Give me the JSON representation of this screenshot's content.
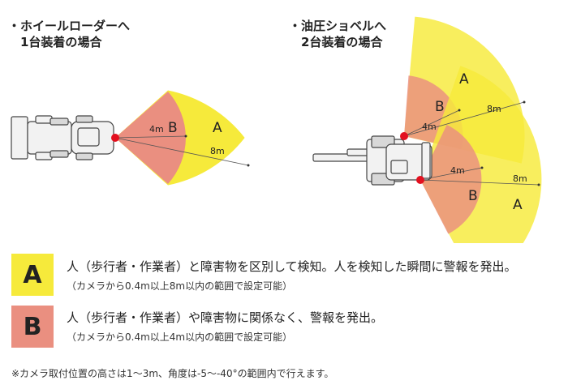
{
  "captions": {
    "left_line1": "・ホイールローダーへ",
    "left_line2": "　1台装着の場合",
    "right_line1": "・油圧ショベルへ",
    "right_line2": "　2台装着の場合"
  },
  "zone_labels": {
    "a": "A",
    "b": "B",
    "dist_4m": "4m",
    "dist_8m": "8m"
  },
  "legend": [
    {
      "key": "A",
      "main": "人（歩行者・作業者）と障害物を区別して検知。人を検知した瞬間に警報を発出。",
      "sub": "（カメラから0.4m以上8m以内の範囲で設定可能）"
    },
    {
      "key": "B",
      "main": "人（歩行者・作業者）や障害物に関係なく、警報を発出。",
      "sub": "（カメラから0.4m以上4m以内の範囲で設定可能）"
    }
  ],
  "note": "※カメラ取付位置の高さは1～3m、角度は-5～-40°の範囲内で行えます。",
  "colors": {
    "zone_a": "#f6ea3b",
    "zone_b": "#ea8f80",
    "camera": "#e3101f",
    "machine_stroke": "#444444",
    "machine_fill": "#f2f2f2"
  }
}
